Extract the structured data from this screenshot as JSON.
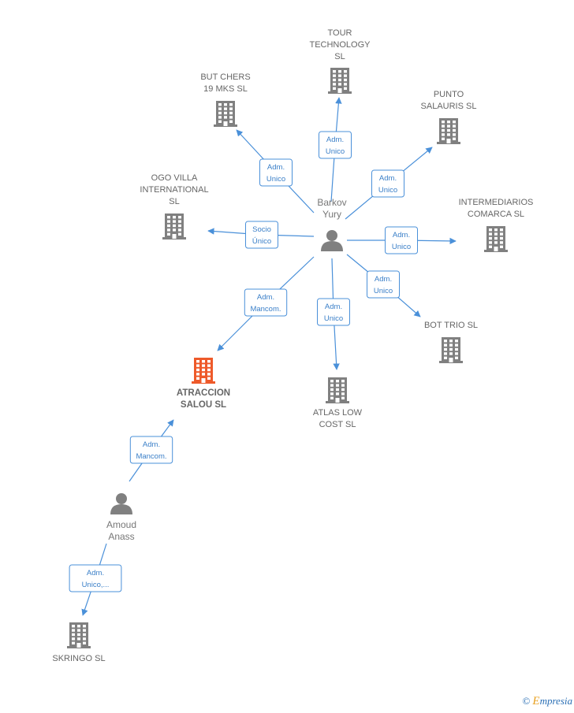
{
  "colors": {
    "building": "#808080",
    "building_highlight": "#ee5a2a",
    "person": "#808080",
    "edge": "#4a90d9",
    "edge_text": "#3a7fc8"
  },
  "nodes": [
    {
      "id": "barkov",
      "type": "person",
      "name": "barkov-yury-node",
      "label": [
        "Barkov",
        "Yury"
      ]
    },
    {
      "id": "tour",
      "type": "company",
      "name": "tour-technology-node",
      "label": [
        "TOUR",
        "TECHNOLOGY",
        "SL"
      ]
    },
    {
      "id": "butchers",
      "type": "company",
      "name": "but-chers-node",
      "label": [
        "BUT CHERS",
        "19 MKS  SL"
      ]
    },
    {
      "id": "punto",
      "type": "company",
      "name": "punto-salauris-node",
      "label": [
        "PUNTO",
        "SALAURIS SL"
      ]
    },
    {
      "id": "ogo",
      "type": "company",
      "name": "ogo-villa-node",
      "label": [
        "OGO VILLA",
        "INTERNATIONAL",
        "SL"
      ]
    },
    {
      "id": "inter",
      "type": "company",
      "name": "intermediarios-comarca-node",
      "label": [
        "INTERMEDIARIOS",
        "COMARCA SL"
      ]
    },
    {
      "id": "bottrio",
      "type": "company",
      "name": "bot-trio-node",
      "label": [
        "BOT TRIO  SL"
      ]
    },
    {
      "id": "atlas",
      "type": "company",
      "name": "atlas-low-cost-node",
      "label": [
        "ATLAS LOW",
        "COST  SL"
      ]
    },
    {
      "id": "atraccion",
      "type": "company",
      "highlight": true,
      "name": "atraccion-salou-node",
      "label": [
        "ATRACCION",
        "SALOU  SL"
      ]
    },
    {
      "id": "amoud",
      "type": "person",
      "name": "amoud-anass-node",
      "label": [
        "Amoud",
        "Anass"
      ]
    },
    {
      "id": "skringo",
      "type": "company",
      "name": "skringo-node",
      "label": [
        "SKRINGO  SL"
      ]
    }
  ],
  "edges": [
    {
      "from": "barkov",
      "to": "tour",
      "label": [
        "Adm.",
        "Unico"
      ]
    },
    {
      "from": "barkov",
      "to": "butchers",
      "label": [
        "Adm.",
        "Unico"
      ]
    },
    {
      "from": "barkov",
      "to": "punto",
      "label": [
        "Adm.",
        "Unico"
      ]
    },
    {
      "from": "barkov",
      "to": "ogo",
      "label": [
        "Socio",
        "Único"
      ]
    },
    {
      "from": "barkov",
      "to": "inter",
      "label": [
        "Adm.",
        "Unico"
      ]
    },
    {
      "from": "barkov",
      "to": "bottrio",
      "label": [
        "Adm.",
        "Unico"
      ]
    },
    {
      "from": "barkov",
      "to": "atlas",
      "label": [
        "Adm.",
        "Unico"
      ]
    },
    {
      "from": "barkov",
      "to": "atraccion",
      "label": [
        "Adm.",
        "Mancom."
      ]
    },
    {
      "from": "amoud",
      "to": "atraccion",
      "label": [
        "Adm.",
        "Mancom."
      ]
    },
    {
      "from": "amoud",
      "to": "skringo",
      "label": [
        "Adm.",
        "Unico,..."
      ]
    }
  ],
  "brand": {
    "copyright": "©",
    "initial": "E",
    "rest": "mpresia"
  }
}
